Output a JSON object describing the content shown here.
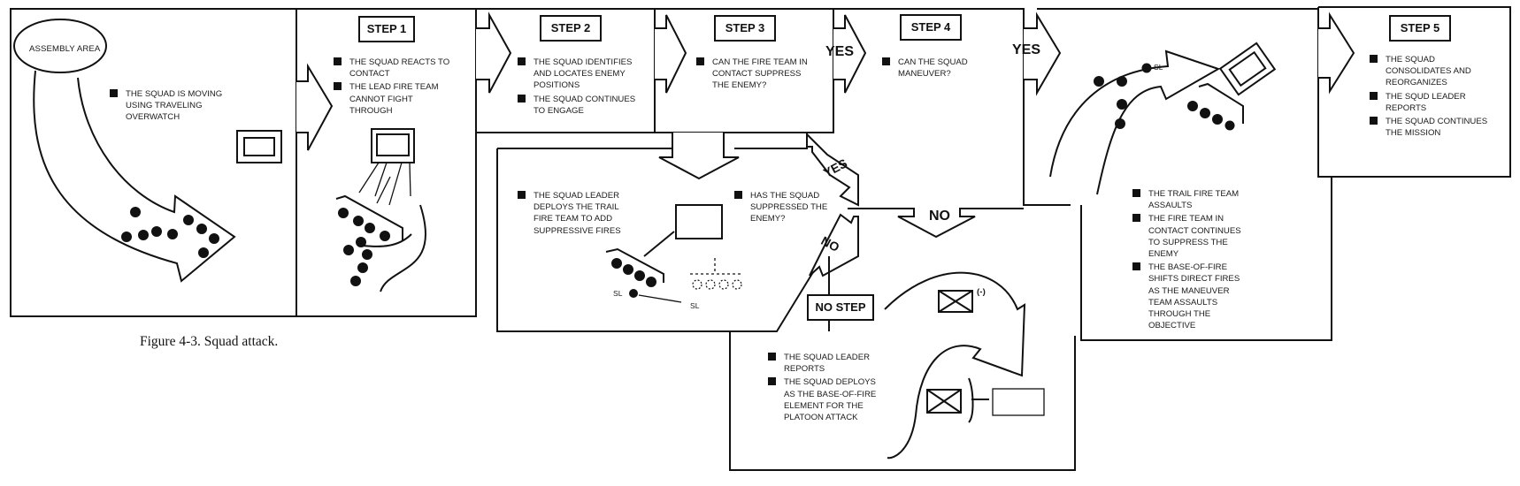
{
  "figure": {
    "caption": "Figure 4-3. Squad attack."
  },
  "panels": {
    "start": {
      "assembly_label": "ASSEMBLY AREA",
      "bullets": [
        "THE SQUAD IS MOVING USING TRAVELING OVERWATCH"
      ]
    },
    "step1": {
      "title": "STEP 1",
      "bullets": [
        "THE SQUAD REACTS TO CONTACT",
        "THE LEAD FIRE TEAM CANNOT FIGHT THROUGH"
      ]
    },
    "step2": {
      "title": "STEP 2",
      "bullets": [
        "THE SQUAD IDENTIFIES AND LOCATES ENEMY POSITIONS",
        "THE SQUAD CONTINUES TO ENGAGE"
      ]
    },
    "step3": {
      "title": "STEP 3",
      "bullets": [
        "CAN THE FIRE TEAM IN CONTACT SUPPRESS THE ENEMY?"
      ],
      "yes_label": "YES"
    },
    "step3_no_branch": {
      "left_bullets": [
        "THE  SQUAD LEADER DEPLOYS THE TRAIL FIRE TEAM TO ADD SUPPRESSIVE FIRES"
      ],
      "right_bullets": [
        "HAS THE SQUAD SUPPRESSED THE ENEMY?"
      ],
      "yes_label": "YES",
      "no_label": "NO",
      "sl_label_1": "SL",
      "sl_label_2": "SL"
    },
    "step4": {
      "title": "STEP 4",
      "bullets": [
        "CAN THE SQUAD MANEUVER?"
      ],
      "yes_label": "YES",
      "no_label": "NO"
    },
    "no_step": {
      "title": "NO STEP",
      "bullets": [
        "THE SQUAD LEADER REPORTS",
        "THE SQUAD DEPLOYS AS THE BASE-OF-FIRE ELEMENT FOR THE PLATOON ATTACK"
      ],
      "unit_modifier": "(-)"
    },
    "assault": {
      "sl_label": "SL",
      "bullets": [
        "THE TRAIL FIRE TEAM ASSAULTS",
        "THE FIRE TEAM IN CONTACT CONTINUES TO SUPPRESS THE ENEMY",
        "THE BASE-OF-FIRE SHIFTS DIRECT FIRES AS THE MANEUVER TEAM ASSAULTS THROUGH THE OBJECTIVE"
      ]
    },
    "step5": {
      "title": "STEP 5",
      "bullets": [
        "THE SQUAD CONSOLIDATES AND REORGANIZES",
        "THE SQUD LEADER REPORTS",
        "THE SQUAD CONTINUES THE MISSION"
      ]
    }
  }
}
